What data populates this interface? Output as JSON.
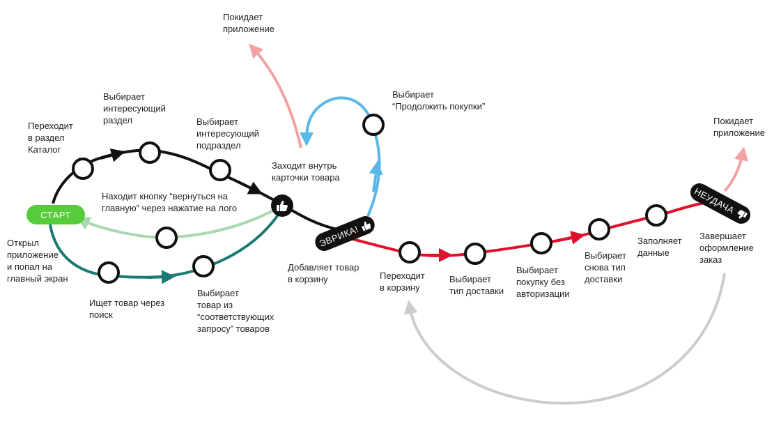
{
  "labels": {
    "opened": [
      "Открыл",
      "приложение",
      "и попал на",
      "главный экран"
    ],
    "catalog": [
      "Переходит",
      "в раздел",
      "Каталог"
    ],
    "section": [
      "Выбирает",
      "интересующий",
      "раздел"
    ],
    "subsection": [
      "Выбирает",
      "интересующий",
      "подраздел"
    ],
    "back_home": [
      "Находит кнопку “вернуться на",
      "главную” через нажатие на лого"
    ],
    "search": [
      "Ищет товар через",
      "поиск"
    ],
    "choose_from_search": [
      "Выбирает",
      "товар из",
      "“соответствующих",
      "запросу” товаров"
    ],
    "product_card": [
      "Заходит внутрь",
      "карточки товара"
    ],
    "leaves_top": [
      "Покидает",
      "приложение"
    ],
    "continue_shopping": [
      "Выбирает",
      "“Продолжить покупки”"
    ],
    "add_to_cart": [
      "Добавляет товар",
      "в корзину"
    ],
    "go_cart": [
      "Переходит",
      "в корзину"
    ],
    "delivery": [
      "Выбирает",
      "тип доставки"
    ],
    "no_auth": [
      "Выбирает",
      "покупку без",
      "авторизации"
    ],
    "delivery_again": [
      "Выбирает",
      "снова тип",
      "доставки"
    ],
    "fills_data": [
      "Заполняет",
      "данные"
    ],
    "finishes": [
      "Завершает",
      "оформление",
      "заказ"
    ],
    "leaves_right": [
      "Покидает",
      "приложение"
    ]
  },
  "badges": {
    "start": "СТАРТ",
    "eureka": "ЭВРИКА!",
    "failure": "НЕУДАЧА"
  },
  "icons": {
    "eureka": "thumbs-up-icon",
    "failure": "thumbs-down-icon",
    "hub": "thumbs-up-icon"
  },
  "colors": {
    "main_path": "#111111",
    "search_path": "#1b7a74",
    "back_path": "#a8d8b0",
    "continue_path": "#59b8e8",
    "leave_path": "#f2a2a2",
    "checkout_path": "#e0112b",
    "return_path": "#cccccc",
    "start": "#56cc3a",
    "badge": "#111111"
  }
}
